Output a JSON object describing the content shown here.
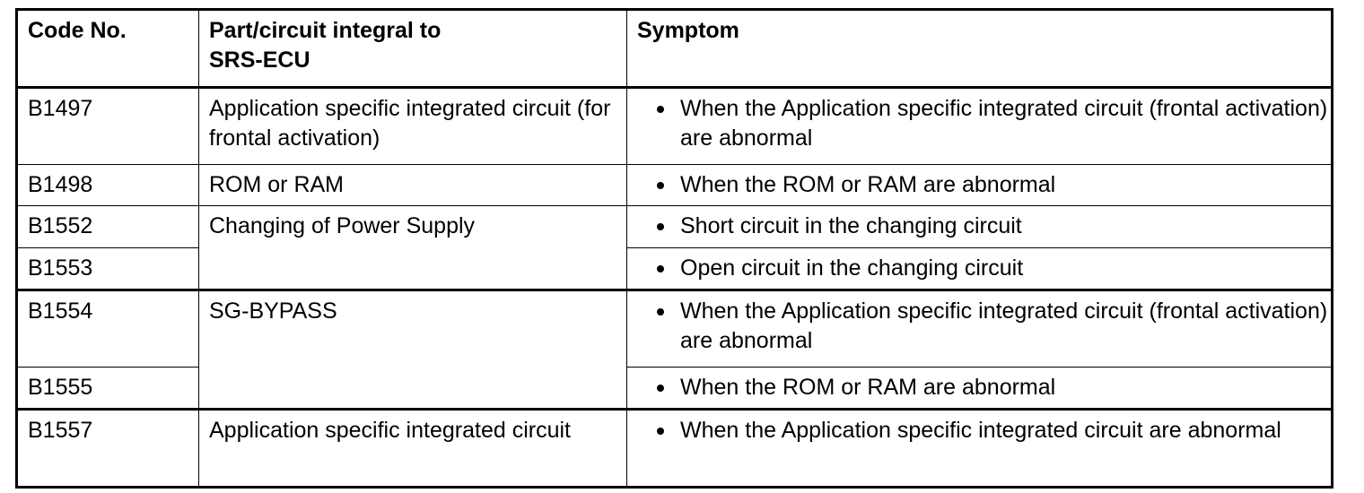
{
  "table": {
    "headers": {
      "code": "Code No.",
      "part": "Part/circuit integral to\nSRS-ECU",
      "part_line1": "Part/circuit integral to",
      "part_line2": "SRS-ECU",
      "symptom": "Symptom"
    },
    "rows": [
      {
        "code": "B1497",
        "part": "Application specific integrated circuit (for frontal activation)",
        "symptoms": [
          "When the Application specific integrated circuit (frontal activation) are abnormal"
        ],
        "part_rowspan": 1,
        "group_start": true
      },
      {
        "code": "B1498",
        "part": "ROM or RAM",
        "symptoms": [
          "When the ROM or RAM are abnormal"
        ],
        "part_rowspan": 1,
        "group_start": false
      },
      {
        "code": "B1552",
        "part": "Changing of Power Supply",
        "symptoms": [
          "Short circuit in the changing circuit"
        ],
        "part_rowspan": 2,
        "group_start": false
      },
      {
        "code": "B1553",
        "part": "",
        "symptoms": [
          "Open circuit in the changing circuit"
        ],
        "part_rowspan": 0,
        "group_start": false
      },
      {
        "code": "B1554",
        "part": "SG-BYPASS",
        "symptoms": [
          "When the Application specific integrated circuit (frontal activation) are abnormal"
        ],
        "part_rowspan": 2,
        "group_start": true
      },
      {
        "code": "B1555",
        "part": "",
        "symptoms": [
          "When the ROM or RAM are abnormal"
        ],
        "part_rowspan": 0,
        "group_start": false
      },
      {
        "code": "B1557",
        "part": "Application specific integrated circuit",
        "symptoms": [
          "When the Application specific integrated circuit are abnormal"
        ],
        "part_rowspan": 1,
        "group_start": true
      }
    ]
  },
  "colors": {
    "border": "#000000",
    "text": "#000000",
    "background": "#ffffff"
  }
}
